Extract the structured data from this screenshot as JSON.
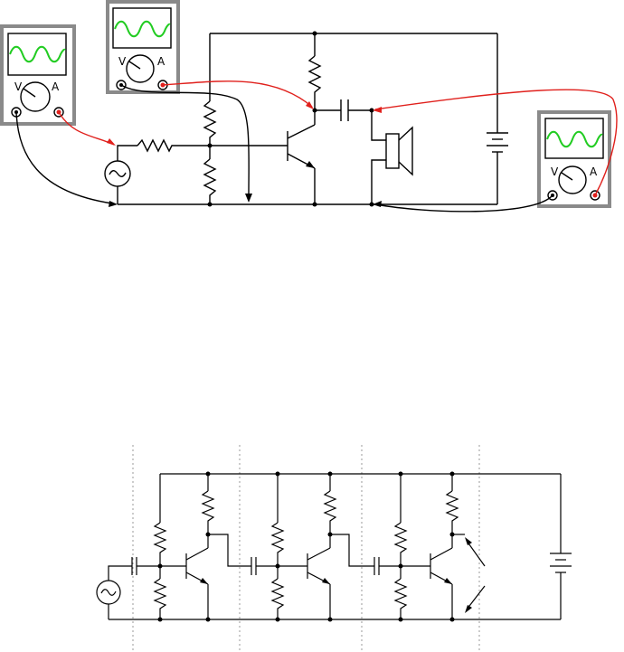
{
  "meters": [
    {
      "id": "input-meter",
      "volts_label": "V",
      "amps_label": "A"
    },
    {
      "id": "base-meter",
      "volts_label": "V",
      "amps_label": "A"
    },
    {
      "id": "output-meter",
      "volts_label": "V",
      "amps_label": "A"
    }
  ],
  "colors": {
    "case": "#8a8a8a",
    "trace": "#22cc22",
    "red_probe": "#e0201c",
    "black_probe": "#000000",
    "wire": "#000000",
    "stage_divider": "#999999"
  },
  "icons": [
    "ac-source-icon",
    "resistor-icon",
    "capacitor-icon",
    "npn-transistor-icon",
    "battery-icon",
    "speaker-icon",
    "oscilloscope-icon",
    "arrow-icon"
  ]
}
